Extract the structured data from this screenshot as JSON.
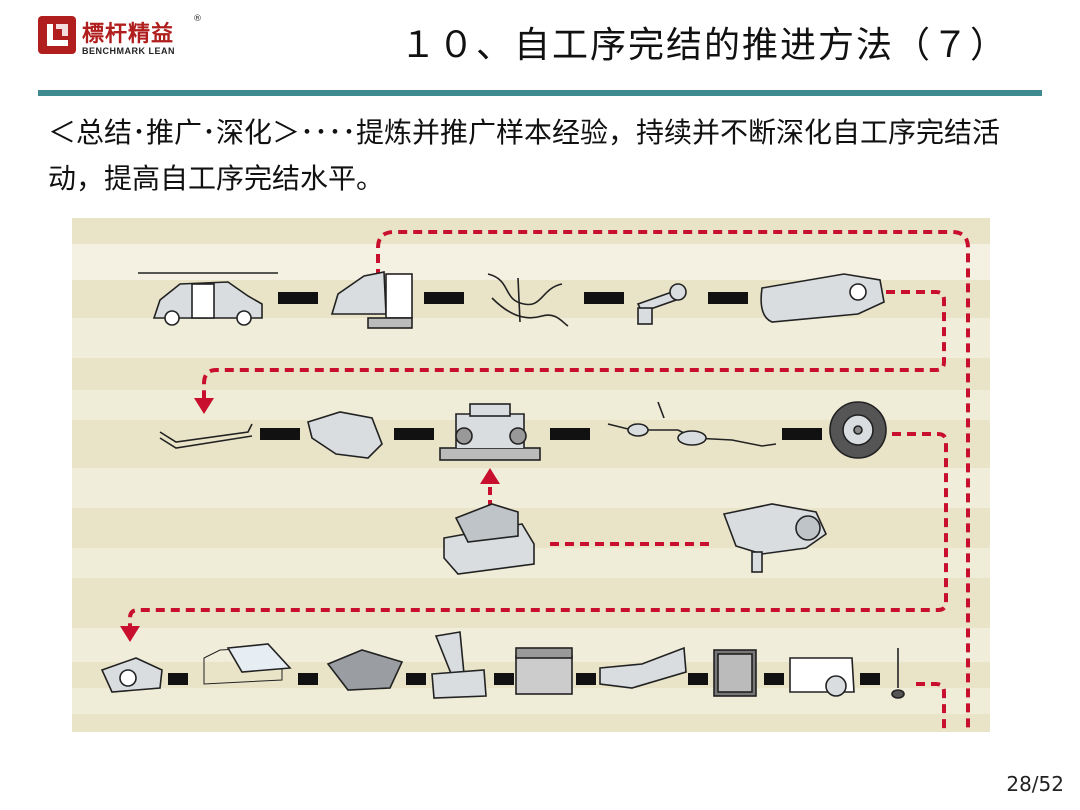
{
  "brand": {
    "name_cn": "標杆精益",
    "name_en": "BENCHMARK LEAN",
    "registered_mark": "®",
    "color": "#b01e1e"
  },
  "slide": {
    "title": "１０、自工序完结的推进方法（７）",
    "summary": "＜总结･推广･深化＞････提炼并推广样本经验，持续并不断深化自工序完结活动，提高自工序完结水平。",
    "page": "28/52",
    "accent_color": "#3d8a8f"
  },
  "process_flow": {
    "route_color": "#c8102e",
    "rows": [
      {
        "name": "row-1",
        "parts": [
          "body-shell-icon",
          "car-body-with-doors-icon",
          "wire-harness-icon",
          "steering-column-icon",
          "instrument-panel-icon"
        ]
      },
      {
        "name": "row-2",
        "parts": [
          "trim-strip-icon",
          "fender-icon",
          "assembly-station-icon",
          "exhaust-system-icon",
          "tire-icon"
        ]
      },
      {
        "name": "sub-line",
        "parts": [
          "engine-on-pallet-icon",
          "engine-transmission-icon"
        ]
      },
      {
        "name": "row-3",
        "parts": [
          "headlamp-icon",
          "windshield-icon",
          "floor-mat-icon",
          "seat-icon",
          "battery-icon",
          "bumper-icon",
          "radiator-icon",
          "car-front-icon",
          "dipstick-icon"
        ]
      }
    ]
  }
}
